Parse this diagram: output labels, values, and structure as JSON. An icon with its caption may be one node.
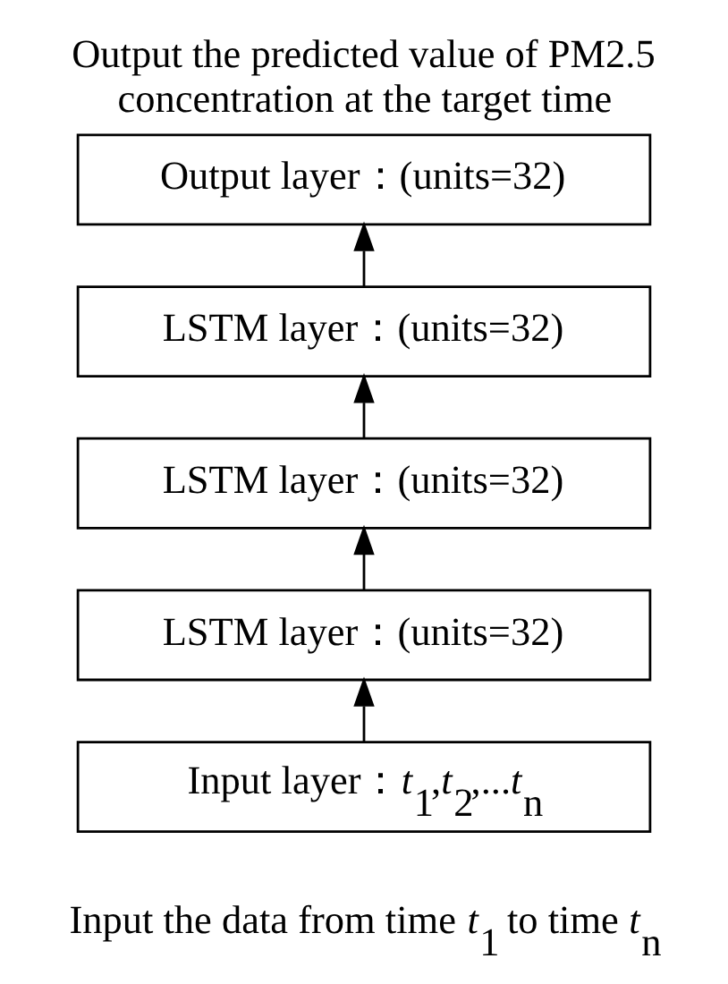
{
  "diagram": {
    "title": "Output the predicted value of PM2.5 concentration at the target time",
    "caption": "Input the data from time *t*$_{1}$ to time *t*$_{n}$",
    "nodes": [
      {
        "text": [
          "Output layer：(units=32)"
        ]
      },
      {
        "text": [
          "LSTM layer：(units=32)"
        ]
      },
      {
        "text": [
          "LSTM layer：(units=32)"
        ]
      },
      {
        "text": [
          "LSTM layer：(units=32)"
        ]
      },
      {
        "text": [
          "Input layer：*t*$_{1}$,*t*$_{2}$,...*t*$_{n}$"
        ]
      }
    ],
    "edges": [
      {
        "from": 4,
        "to": 3,
        "arrow": "to"
      },
      {
        "from": 3,
        "to": 2,
        "arrow": "to"
      },
      {
        "from": 2,
        "to": 1,
        "arrow": "to"
      },
      {
        "from": 1,
        "to": 0,
        "arrow": "to"
      }
    ]
  }
}
